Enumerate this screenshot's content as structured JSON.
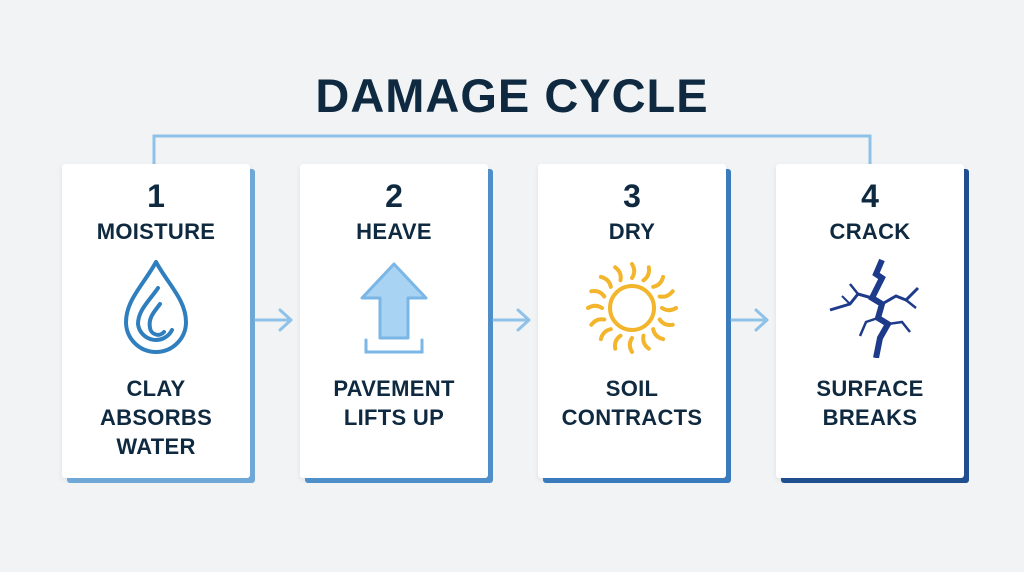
{
  "title": "DAMAGE CYCLE",
  "colors": {
    "title": "#0f2a40",
    "loop_line": "#8fc2e8",
    "arrow": "#8fc2e8",
    "water": "#2f7fbf",
    "heave": "#a9d3f2",
    "sun": "#f3b52c",
    "crack": "#1e3a8a"
  },
  "steps": [
    {
      "number": "1",
      "label": "MOISTURE",
      "icon": "water-drop-icon",
      "desc": [
        "CLAY",
        "ABSORBS",
        "WATER"
      ],
      "shadow": "#6fa7d6"
    },
    {
      "number": "2",
      "label": "HEAVE",
      "icon": "up-arrow-icon",
      "desc": [
        "PAVEMENT",
        "LIFTS UP"
      ],
      "shadow": "#4f8fc9"
    },
    {
      "number": "3",
      "label": "DRY",
      "icon": "sun-icon",
      "desc": [
        "SOIL",
        "CONTRACTS"
      ],
      "shadow": "#3a7bbd"
    },
    {
      "number": "4",
      "label": "CRACK",
      "icon": "crack-icon",
      "desc": [
        "SURFACE",
        "BREAKS"
      ],
      "shadow": "#1f4f8f"
    }
  ]
}
